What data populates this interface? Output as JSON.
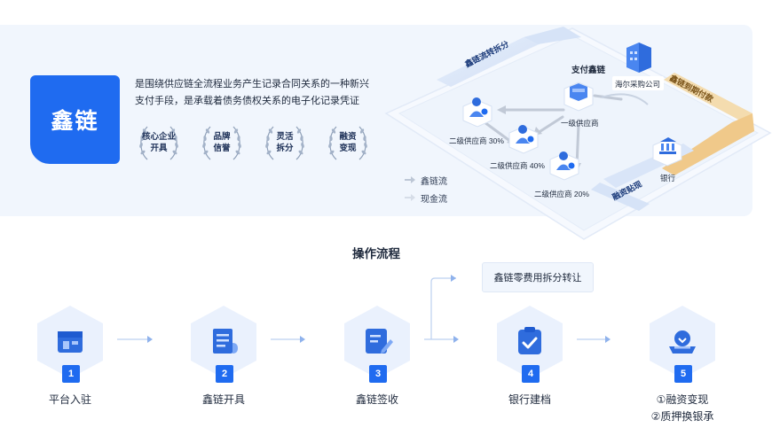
{
  "brand": {
    "logo_text": "鑫链"
  },
  "intro": {
    "line1": "是围绕供应链全流程业务产生记录合同关系的一种新兴",
    "line2": "支付手段，是承载着债务债权关系的电子化记录凭证"
  },
  "badges": [
    {
      "text": "核心企业\n开具"
    },
    {
      "text": "品牌\n信誉"
    },
    {
      "text": "灵活\n拆分"
    },
    {
      "text": "融资\n变现"
    }
  ],
  "diagram": {
    "top_road_text": "鑫链流转拆分",
    "pay_label": "支付鑫链",
    "right_road_text": "鑫链到期付款",
    "bank_road_text": "融资贴现",
    "nodes": {
      "haier": "海尔采购公司",
      "tier1": "一级供应商",
      "s30": "二级供应商 30%",
      "s40": "二级供应商 40%",
      "s20": "二级供应商 20%",
      "bank": "银行"
    }
  },
  "legend": {
    "flow1": "鑫链流",
    "flow2": "现金流"
  },
  "process": {
    "title": "操作流程",
    "side_box": "鑫链零费用拆分转让",
    "steps": [
      {
        "num": "1",
        "label": "平台入驻",
        "label2": ""
      },
      {
        "num": "2",
        "label": "鑫链开具",
        "label2": ""
      },
      {
        "num": "3",
        "label": "鑫链签收",
        "label2": ""
      },
      {
        "num": "4",
        "label": "银行建档",
        "label2": ""
      },
      {
        "num": "5",
        "label": "①融资变现",
        "label2": "②质押换银承"
      }
    ]
  },
  "colors": {
    "primary": "#1f6bf0",
    "panel": "#f1f6fd",
    "road": "#dce7f8",
    "gold": "#f0c98a"
  }
}
